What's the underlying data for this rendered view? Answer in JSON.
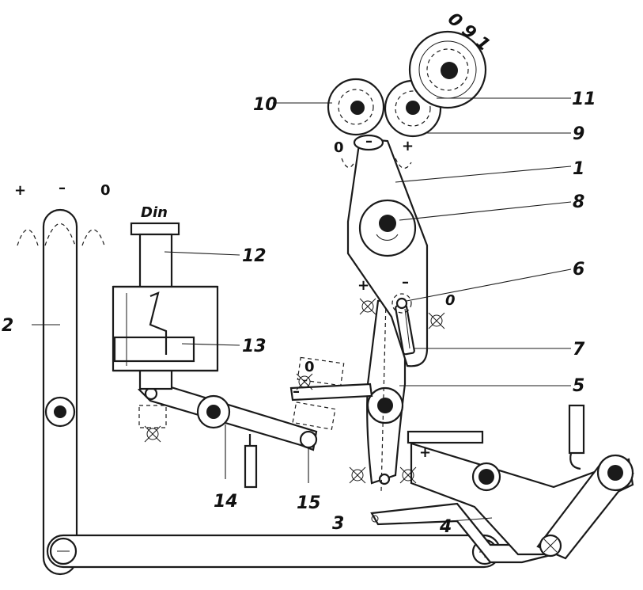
{
  "labels": {
    "l1": "1",
    "l2": "2",
    "l3": "3",
    "l4": "4",
    "l5": "5",
    "l6": "6",
    "l7": "7",
    "l8": "8",
    "l9": "9",
    "l10": "10",
    "l11": "11",
    "l12": "12",
    "l13": "13",
    "l14": "14",
    "l15": "15",
    "reel_digits": "0 9 1"
  },
  "signs": {
    "plus": "+",
    "minus": "–",
    "zero": "0",
    "din": "Din"
  }
}
